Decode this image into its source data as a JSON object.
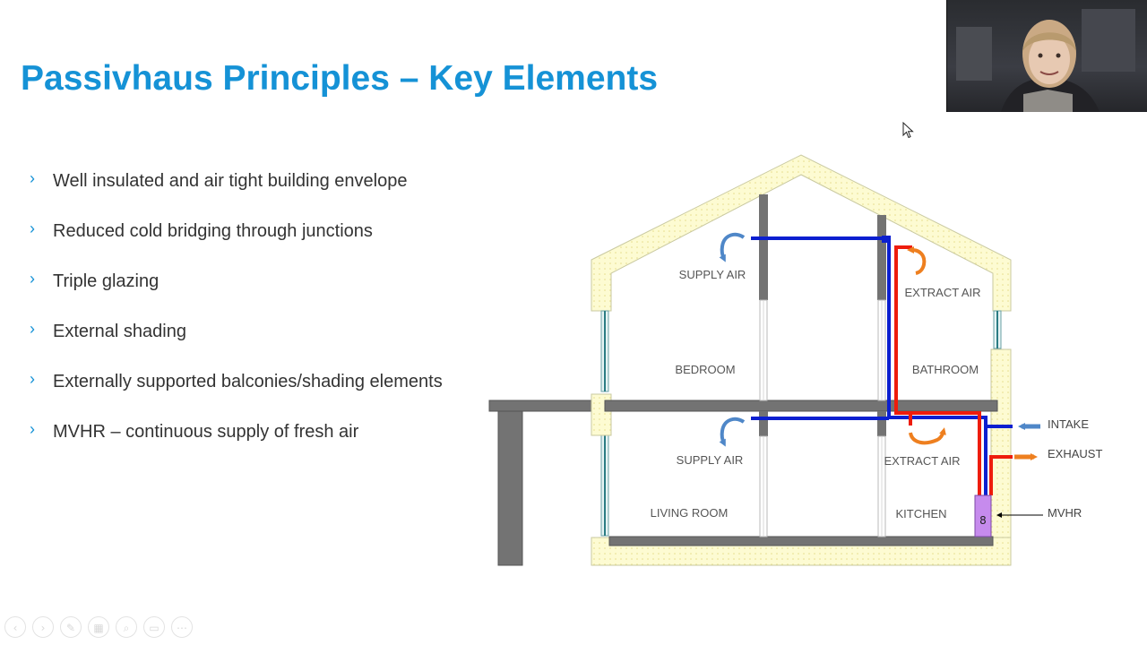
{
  "slide": {
    "title": "Passivhaus Principles – Key Elements",
    "bullets": [
      "Well insulated and air tight building envelope",
      "Reduced cold bridging through junctions",
      "Triple glazing",
      "External shading",
      "Externally supported balconies/shading elements",
      "MVHR – continuous supply of fresh air"
    ]
  },
  "diagram": {
    "labels": {
      "supply_air_upper": "SUPPLY AIR",
      "extract_air_upper": "EXTRACT AIR",
      "bedroom": "BEDROOM",
      "bathroom": "BATHROOM",
      "supply_air_lower": "SUPPLY AIR",
      "extract_air_lower": "EXTRACT AIR",
      "living_room": "LIVING ROOM",
      "kitchen": "KITCHEN",
      "intake": "INTAKE",
      "exhaust": "EXHAUST",
      "mvhr": "MVHR"
    },
    "colors": {
      "supply_duct": "#0b1fd0",
      "extract_duct": "#ee1c0c",
      "supply_arrow": "#4f87c8",
      "extract_arrow": "#ee7f1f",
      "insulation": "#fdfbd2",
      "structure": "#737373",
      "mvhr_unit": "#c68bed"
    }
  },
  "controls": {
    "icons": [
      "prev-icon",
      "next-icon",
      "pen-icon",
      "slides-icon",
      "zoom-icon",
      "subtitles-icon",
      "more-icon"
    ],
    "glyphs": [
      "‹",
      "›",
      "✎",
      "▦",
      "⌕",
      "▭",
      "⋯"
    ]
  },
  "accent_color": "#1592d6"
}
